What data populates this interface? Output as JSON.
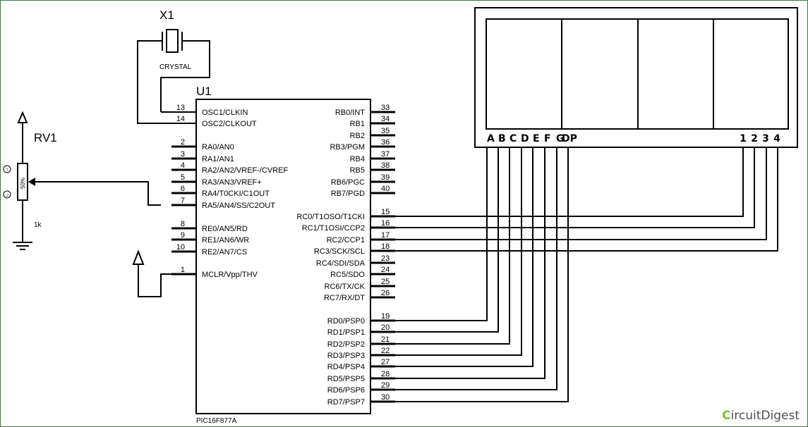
{
  "crystal": {
    "ref": "X1",
    "value": "CRYSTAL"
  },
  "mcu": {
    "ref": "U1",
    "part": "PIC16F877A",
    "left_pins": [
      {
        "num": "13",
        "label": "OSC1/CLKIN"
      },
      {
        "num": "14",
        "label": "OSC2/CLKOUT"
      },
      {
        "num": "2",
        "label": "RA0/AN0"
      },
      {
        "num": "3",
        "label": "RA1/AN1"
      },
      {
        "num": "4",
        "label": "RA2/AN2/VREF-/CVREF"
      },
      {
        "num": "5",
        "label": "RA3/AN3/VREF+"
      },
      {
        "num": "6",
        "label": "RA4/T0CKI/C1OUT"
      },
      {
        "num": "7",
        "label": "RA5/AN4/SS/C2OUT"
      },
      {
        "num": "8",
        "label": "RE0/AN5/RD"
      },
      {
        "num": "9",
        "label": "RE1/AN6/WR"
      },
      {
        "num": "10",
        "label": "RE2/AN7/CS"
      },
      {
        "num": "1",
        "label": "MCLR/Vpp/THV"
      }
    ],
    "right_pins": [
      {
        "num": "33",
        "label": "RB0/INT"
      },
      {
        "num": "34",
        "label": "RB1"
      },
      {
        "num": "35",
        "label": "RB2"
      },
      {
        "num": "36",
        "label": "RB3/PGM"
      },
      {
        "num": "37",
        "label": "RB4"
      },
      {
        "num": "38",
        "label": "RB5"
      },
      {
        "num": "39",
        "label": "RB6/PGC"
      },
      {
        "num": "40",
        "label": "RB7/PGD"
      },
      {
        "num": "15",
        "label": "RC0/T1OSO/T1CKI"
      },
      {
        "num": "16",
        "label": "RC1/T1OSI/CCP2"
      },
      {
        "num": "17",
        "label": "RC2/CCP1"
      },
      {
        "num": "18",
        "label": "RC3/SCK/SCL"
      },
      {
        "num": "23",
        "label": "RC4/SDI/SDA"
      },
      {
        "num": "24",
        "label": "RC5/SDO"
      },
      {
        "num": "25",
        "label": "RC6/TX/CK"
      },
      {
        "num": "26",
        "label": "RC7/RX/DT"
      },
      {
        "num": "19",
        "label": "RD0/PSP0"
      },
      {
        "num": "20",
        "label": "RD1/PSP1"
      },
      {
        "num": "21",
        "label": "RD2/PSP2"
      },
      {
        "num": "22",
        "label": "RD3/PSP3"
      },
      {
        "num": "27",
        "label": "RD4/PSP4"
      },
      {
        "num": "28",
        "label": "RD5/PSP5"
      },
      {
        "num": "29",
        "label": "RD6/PSP6"
      },
      {
        "num": "30",
        "label": "RD7/PSP7"
      }
    ]
  },
  "pot": {
    "ref": "RV1",
    "value": "1k",
    "wiper": "50%"
  },
  "display": {
    "segment_labels": [
      "A",
      "B",
      "C",
      "D",
      "E",
      "F",
      "G",
      "DP"
    ],
    "digit_labels": [
      "1",
      "2",
      "3",
      "4"
    ]
  },
  "branding": {
    "prefix": "C",
    "name": "ircuitDigest"
  }
}
